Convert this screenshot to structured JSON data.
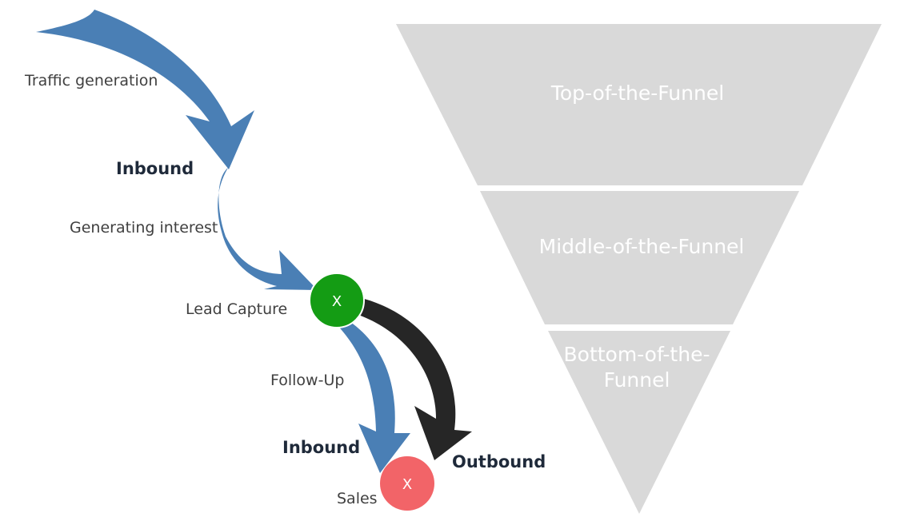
{
  "flow": {
    "labels": {
      "traffic_generation": "Traffic generation",
      "inbound_top": "Inbound",
      "generating_interest": "Generating interest",
      "lead_capture": "Lead Capture",
      "follow_up": "Follow-Up",
      "inbound_bottom": "Inbound",
      "outbound": "Outbound",
      "sales": "Sales"
    },
    "nodes": {
      "lead_capture_mark": "X",
      "sales_mark": "X"
    },
    "colors": {
      "inbound_arrow": "#4a7fb5",
      "outbound_arrow": "#262626",
      "lead_capture_node": "#149c14",
      "sales_node": "#f26468"
    }
  },
  "funnel": {
    "stages": [
      {
        "label_lines": [
          "Top-of-the-Funnel"
        ]
      },
      {
        "label_lines": [
          "Middle-of-the-Funnel"
        ]
      },
      {
        "label_lines": [
          "Bottom-of-the-",
          "Funnel"
        ]
      }
    ],
    "color": "#d9d9d9"
  }
}
